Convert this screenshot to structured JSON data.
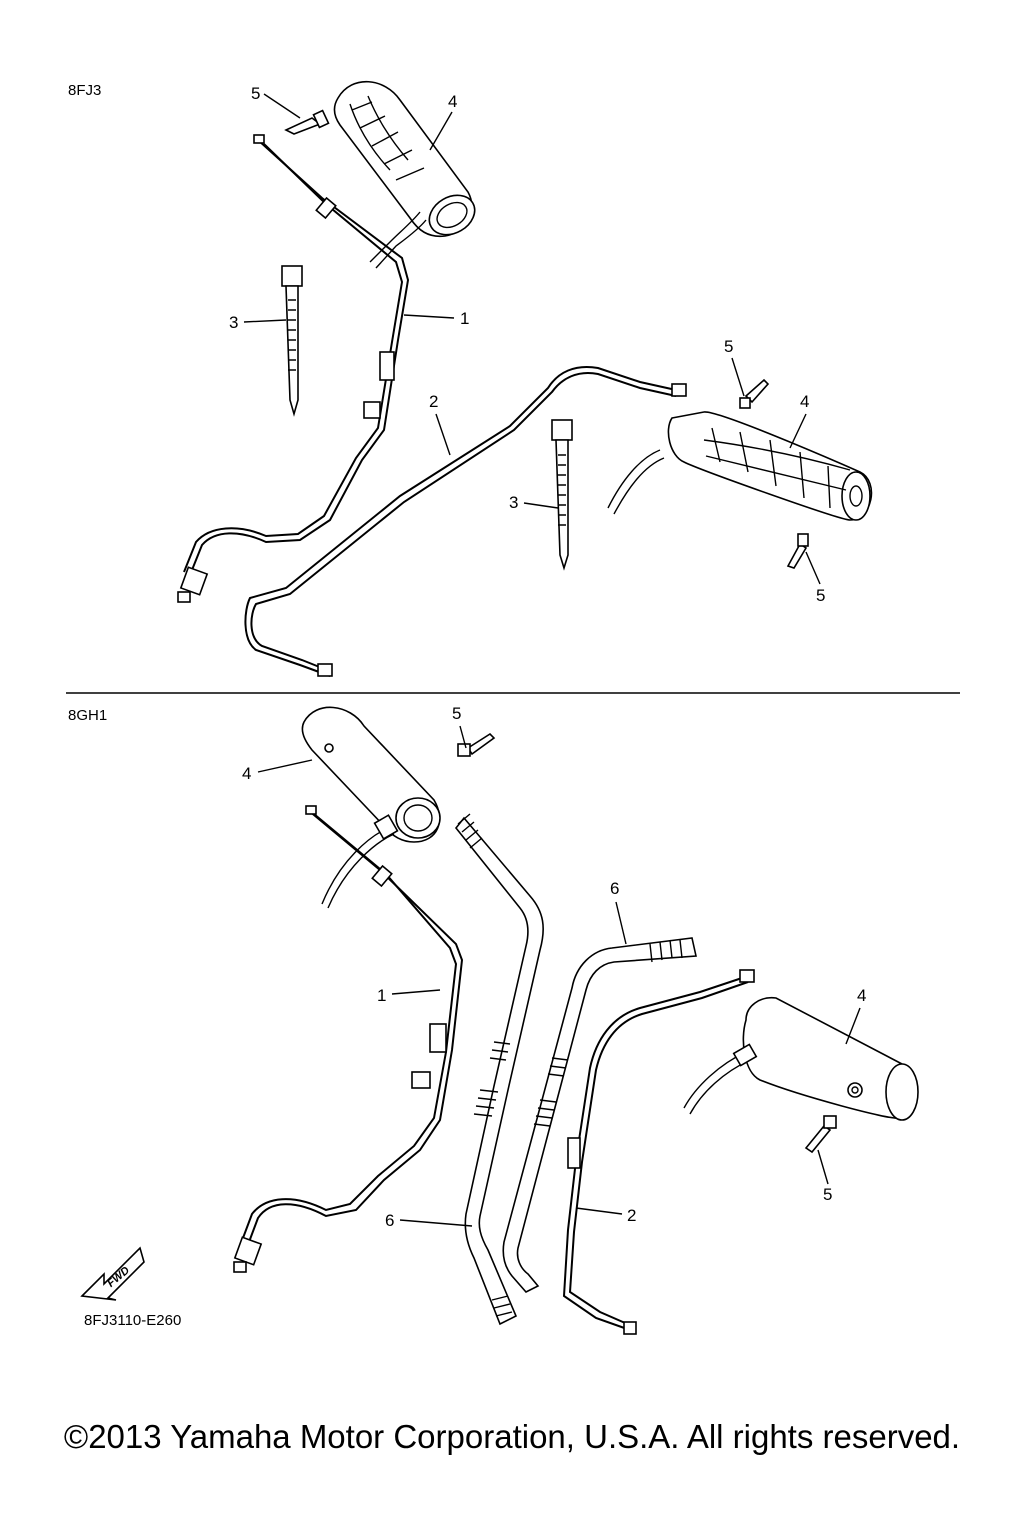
{
  "sections": [
    {
      "code": "8FJ3"
    },
    {
      "code": "8GH1"
    }
  ],
  "callouts": {
    "top": [
      "5",
      "4",
      "3",
      "1",
      "2",
      "5",
      "4",
      "3",
      "5"
    ],
    "bottom": [
      "5",
      "4",
      "1",
      "6",
      "4",
      "6",
      "2",
      "5"
    ]
  },
  "fwd_label": "FWD",
  "drawing_code": "8FJ3110-E260",
  "copyright": "©2013 Yamaha Motor Corporation, U.S.A. All rights reserved."
}
